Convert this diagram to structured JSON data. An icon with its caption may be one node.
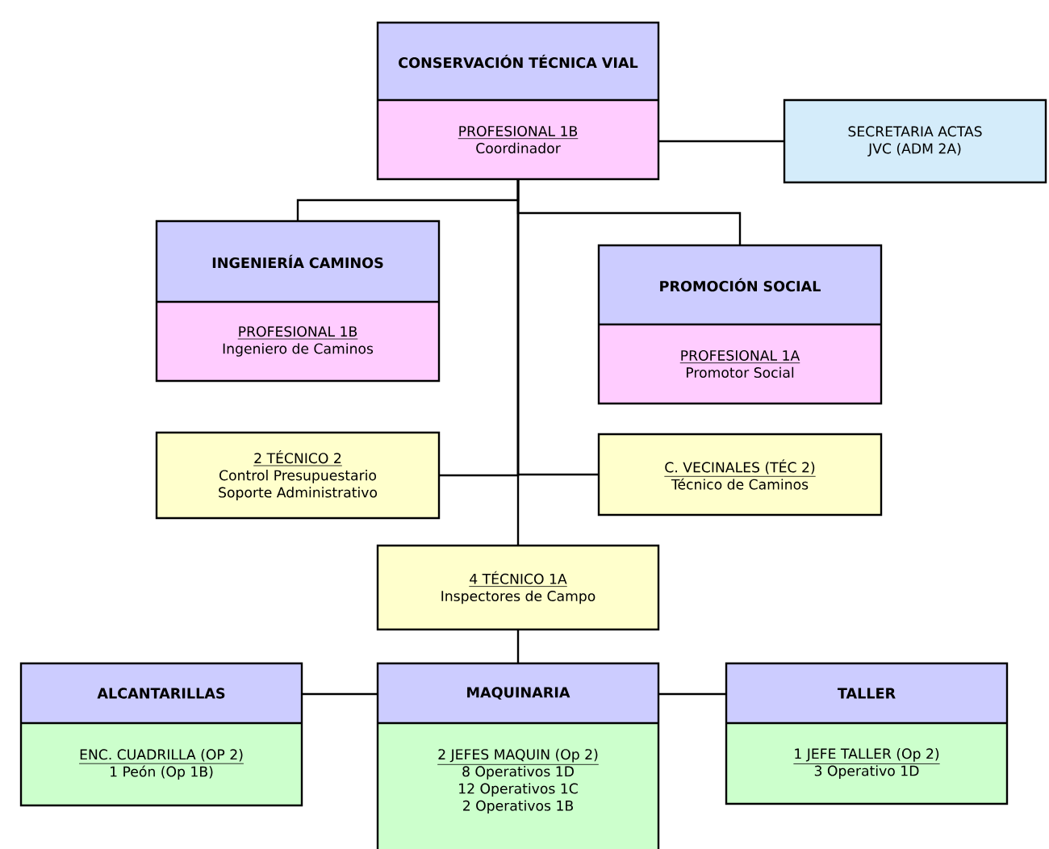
{
  "diagram": {
    "nodes": [
      {
        "text": [
          "CONSERVACIÓN TÉCNICA VIAL",
          "PROFESIONAL 1B",
          "Coordinador"
        ]
      },
      {
        "text": [
          "SECRETARIA ACTAS",
          "JVC (ADM 2A)"
        ]
      },
      {
        "text": [
          "INGENIERÍA CAMINOS",
          "PROFESIONAL 1B",
          "Ingeniero de Caminos"
        ]
      },
      {
        "text": [
          "PROMOCIÓN SOCIAL",
          "PROFESIONAL 1A",
          "Promotor Social"
        ]
      },
      {
        "text": [
          "2 TÉCNICO 2",
          "Control Presupuestario",
          "Soporte Administrativo"
        ]
      },
      {
        "text": [
          "C. VECINALES (TÉC 2)",
          "Técnico de Caminos"
        ]
      },
      {
        "text": [
          "4 TÉCNICO 1A",
          "Inspectores de Campo"
        ]
      },
      {
        "text": [
          "ALCANTARILLAS",
          "ENC. CUADRILLA (OP 2)",
          "1 Peón (Op 1B)"
        ]
      },
      {
        "text": [
          "MAQUINARIA",
          "2 JEFES MAQUIN (Op 2)",
          "8 Operativos 1D",
          "12 Operativos 1C",
          "2 Operativos 1B"
        ]
      },
      {
        "text": [
          "TALLER",
          "1 JEFE TALLER (Op 2)",
          "3 Operativo 1D"
        ]
      }
    ],
    "edges": [
      {
        "from": 0,
        "to": 1,
        "arrow": "none"
      },
      {
        "from": 0,
        "to": 2,
        "arrow": "none"
      },
      {
        "from": 0,
        "to": 3,
        "arrow": "none"
      },
      {
        "from": 0,
        "to": 4,
        "arrow": "none"
      },
      {
        "from": 0,
        "to": 5,
        "arrow": "none"
      },
      {
        "from": 0,
        "to": 6,
        "arrow": "none"
      },
      {
        "from": 6,
        "to": 8,
        "arrow": "none"
      },
      {
        "from": 8,
        "to": 7,
        "arrow": "none"
      },
      {
        "from": 8,
        "to": 9,
        "arrow": "none"
      }
    ]
  }
}
